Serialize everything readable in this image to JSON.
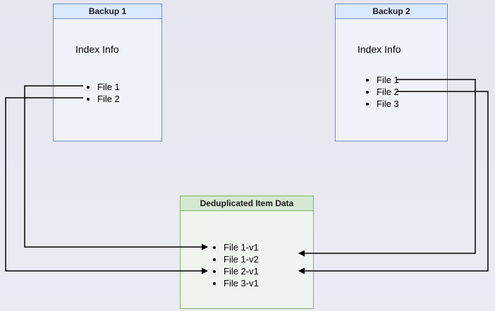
{
  "diagram": {
    "backup1": {
      "title": "Backup 1",
      "subtitle": "Index Info",
      "files": [
        "File 1",
        "File 2"
      ]
    },
    "backup2": {
      "title": "Backup 2",
      "subtitle": "Index Info",
      "files": [
        "File 1",
        "File 2",
        "File 3"
      ]
    },
    "dedup": {
      "title": "Deduplicated Item Data",
      "files": [
        "File 1-v1",
        "File 1-v2",
        "File 2-v1",
        "File 3-v1"
      ]
    },
    "arrows": [
      {
        "from": "backup1-file-1",
        "to": "dedup-file-1-v1"
      },
      {
        "from": "backup1-file-2",
        "to": "dedup-file-2-v1"
      },
      {
        "from": "backup2-file-1",
        "to": "dedup-file-1-v2"
      },
      {
        "from": "backup2-file-2",
        "to": "dedup-file-2-v1"
      }
    ],
    "colors": {
      "background": "#e9e9f2",
      "backup_header_fill": "#dae8fc",
      "backup_border": "#6c8ebf",
      "dedup_header_fill": "#d5e8d4",
      "dedup_border": "#82b366",
      "line_color": "#000000"
    }
  }
}
